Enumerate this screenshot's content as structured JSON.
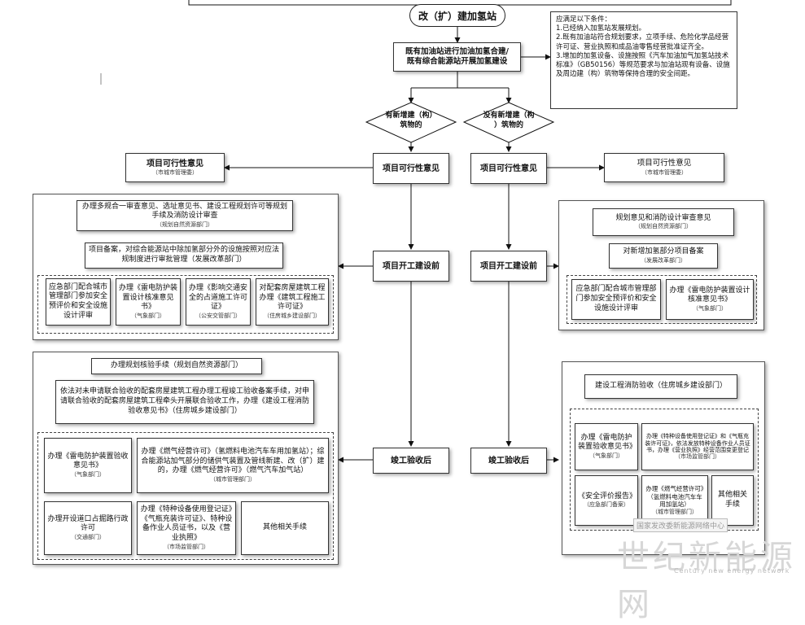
{
  "start": "改（扩）建加氢站",
  "top_process": "既有加油站进行加油加氢合建/\n既有综合能源站开展加氢建设",
  "conditions": "应满足以下条件：\n1.已经纳入加氢站发展规划。\n2.既有加油站符合规划要求，立项手续、危险化学品经营许可证、营业执照和成品油零售经营批准证齐全。\n3.增加的加氢设备、设施按照《汽车加油加气加氢站技术标准》（GB50156）等规范要求与加油站现有设备、设施及周边建（构）筑物等保持合理的安全间距。",
  "decision_left": "有新增建（构）\n筑物的",
  "decision_right": "没有新增建（构\n）筑物的",
  "left": {
    "stage1": "项目可行性意见",
    "stage2": "项目开工建设前",
    "stage3": "竣工验收后",
    "feasibility": {
      "title": "项目可行性意见",
      "dept": "（市城市管理委）"
    },
    "preconstruction": {
      "item1": "办理多规合一审查意见、选址意见书、建设工程规划许可等规划手续及消防设计审查",
      "item1_dept": "（规划自然资源部门）",
      "item2": "项目备案，对综合能源站中除加氢部分外的设施按照对应法规制度进行审批管理（发展改革部门）",
      "sub": [
        {
          "text": "应急部门配合城市管理部门参加安全预评价和安全设施设计评审",
          "dept": ""
        },
        {
          "text": "办理《雷电防护装置设计核准意见书》",
          "dept": "（气象部门）"
        },
        {
          "text": "办理《影响交通安全的占道施工许可证》",
          "dept": "（公安交管部门）"
        },
        {
          "text": "对配套房屋建筑工程办理《建筑工程施工许可证》",
          "dept": "（住房城乡建设部门）"
        }
      ]
    },
    "postcompletion": {
      "item1": "办理规划核验手续（规划自然资源部门）",
      "item2": "依法对未申请联合验收的配套房屋建筑工程办理工程竣工验收备案手续，对申请联合验收的配套房屋建筑工程牵头开展联合验收工作，办理《建设工程消防验收意见书》（住房城乡建设部门）",
      "sub1": {
        "text": "办理《雷电防护装置验收意见书》",
        "dept": "（气象部门）"
      },
      "sub2": {
        "text": "办理《燃气经营许可》（氢燃料电池汽车车用加氢站）；综合能源站加气部分的储供气装置及管线新建、改（扩）建的，办理《燃气经营许可》（燃气汽车加气站）",
        "dept": "（城市管理部门）"
      },
      "sub3": {
        "text": "办理开设道口占掘路行政许可",
        "dept": "（交通部门）"
      },
      "sub4": {
        "text": "办理《特种设备使用登记证》《气瓶充装许可证》、特种设备作业人员证书，以及《营业执照》",
        "dept": "（市场监管部门）"
      },
      "sub5": {
        "text": "其他相关手续",
        "dept": ""
      }
    }
  },
  "right": {
    "stage1": "项目可行性意见",
    "stage2": "项目开工建设前",
    "stage3": "竣工验收后",
    "feasibility": {
      "title": "项目可行性意见",
      "dept": "（市城市管理委）"
    },
    "preconstruction": {
      "item1": "规划意见和消防设计审查意见",
      "item1_dept": "（规划自然资源部门）",
      "item2": "对新增加氢部分项目备案",
      "item2_dept": "（发展改革部门）",
      "sub1": {
        "text": "应急部门配合城市管理部门参加安全预评价和安全设施设计评审",
        "dept": ""
      },
      "sub2": {
        "text": "办理《雷电防护装置设计核准意见书》",
        "dept": "（气象部门）"
      }
    },
    "postcompletion": {
      "item1": "建设工程消防验收（住房城乡建设部门）",
      "sub1": {
        "text": "办理《雷电防护装置验收意见书》",
        "dept": "（气象部门）"
      },
      "sub2": {
        "text": "办理《特种设备使用登记证》和《气瓶充装许可证》，依法发放特种设备作业人员证书，办理《营业执照》经营范围变更登记",
        "dept": "（市场监管部门）"
      },
      "sub3": {
        "text": "《安全评价报告》",
        "dept": "（应急部门备案）"
      },
      "sub4": {
        "text": "办理《燃气经营许可》（氢燃料电池汽车车用加氢站）",
        "dept": "（城市管理部门）"
      },
      "sub5": {
        "text": "其他相关手续",
        "dept": ""
      }
    }
  },
  "watermark": {
    "main": "世纪新能源网",
    "sub": "Century new energy network",
    "stamp": "国家发改委新能源网络中心"
  }
}
